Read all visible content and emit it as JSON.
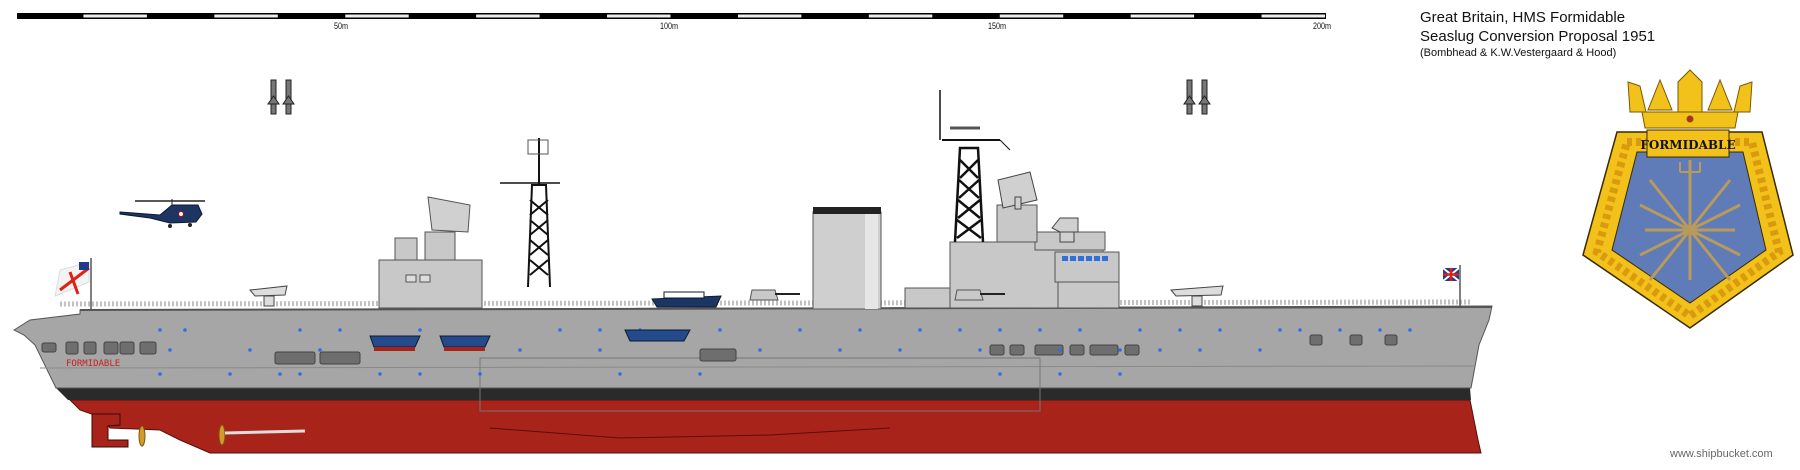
{
  "header": {
    "title_line1": "Great Britain, HMS Formidable",
    "title_line2": "Seaslug Conversion Proposal 1951",
    "credits": "(Bombhead  &  K.W.Vestergaard & Hood)"
  },
  "scale_bar": {
    "labels": [
      "50m",
      "100m",
      "150m",
      "200m"
    ]
  },
  "ship": {
    "hull_name": "FORMIDABLE",
    "colors": {
      "hull_grey": "#a6a6a6",
      "superstructure": "#c8c8c8",
      "boot_topping": "#2a2a2a",
      "antifouling": "#a8231a",
      "deck_edge": "#555555",
      "porthole": "#2f6fe0"
    }
  },
  "crest": {
    "name": "FORMIDABLE",
    "colors": {
      "gold": "#f2c21a",
      "field": "#5f7bb8",
      "tridents": "#b89a5c"
    }
  },
  "footer": {
    "watermark": "www.shipbucket.com"
  }
}
